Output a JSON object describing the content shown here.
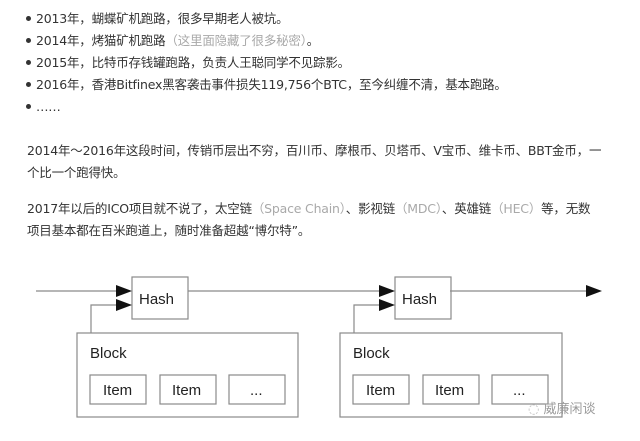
{
  "bullets": [
    {
      "text": "2013年，蝴蝶矿机跑路，很多早期老人被坑。",
      "note": ""
    },
    {
      "text": "2014年，烤猫矿机跑路",
      "note": "（这里面隐藏了很多秘密）",
      "tail": "。"
    },
    {
      "text": "2015年，比特币存钱罐跑路，负责人王聪同学不见踪影。",
      "note": ""
    },
    {
      "text": "2016年，香港Bitfinex黑客袭击事件损失119,756个BTC，至今纠缠不清，基本跑路。",
      "note": ""
    },
    {
      "text": "……",
      "note": ""
    }
  ],
  "para1": {
    "line1": "2014年～2016年这段时间，传销币层出不穷，百川币、摩根币、贝塔币、V宝币、维卡币、BBT金币，一",
    "line2": "个比一个跑得快。"
  },
  "para2": {
    "a": "2017年以后的ICO项目就不说了，太空链",
    "b": "（Space Chain）",
    "c": "、影视链",
    "d": "（MDC）",
    "e": "、英雄链",
    "f": "（HEC）",
    "g": "等，无数",
    "line2": "项目基本都在百米跑道上，随时准备超越“博尔特”。"
  },
  "diagram": {
    "blocks": [
      {
        "hash": "Hash",
        "block": "Block",
        "items": [
          "Item",
          "Item",
          "..."
        ]
      },
      {
        "hash": "Hash",
        "block": "Block",
        "items": [
          "Item",
          "Item",
          "..."
        ]
      }
    ]
  },
  "watermark": "威廉闲谈"
}
